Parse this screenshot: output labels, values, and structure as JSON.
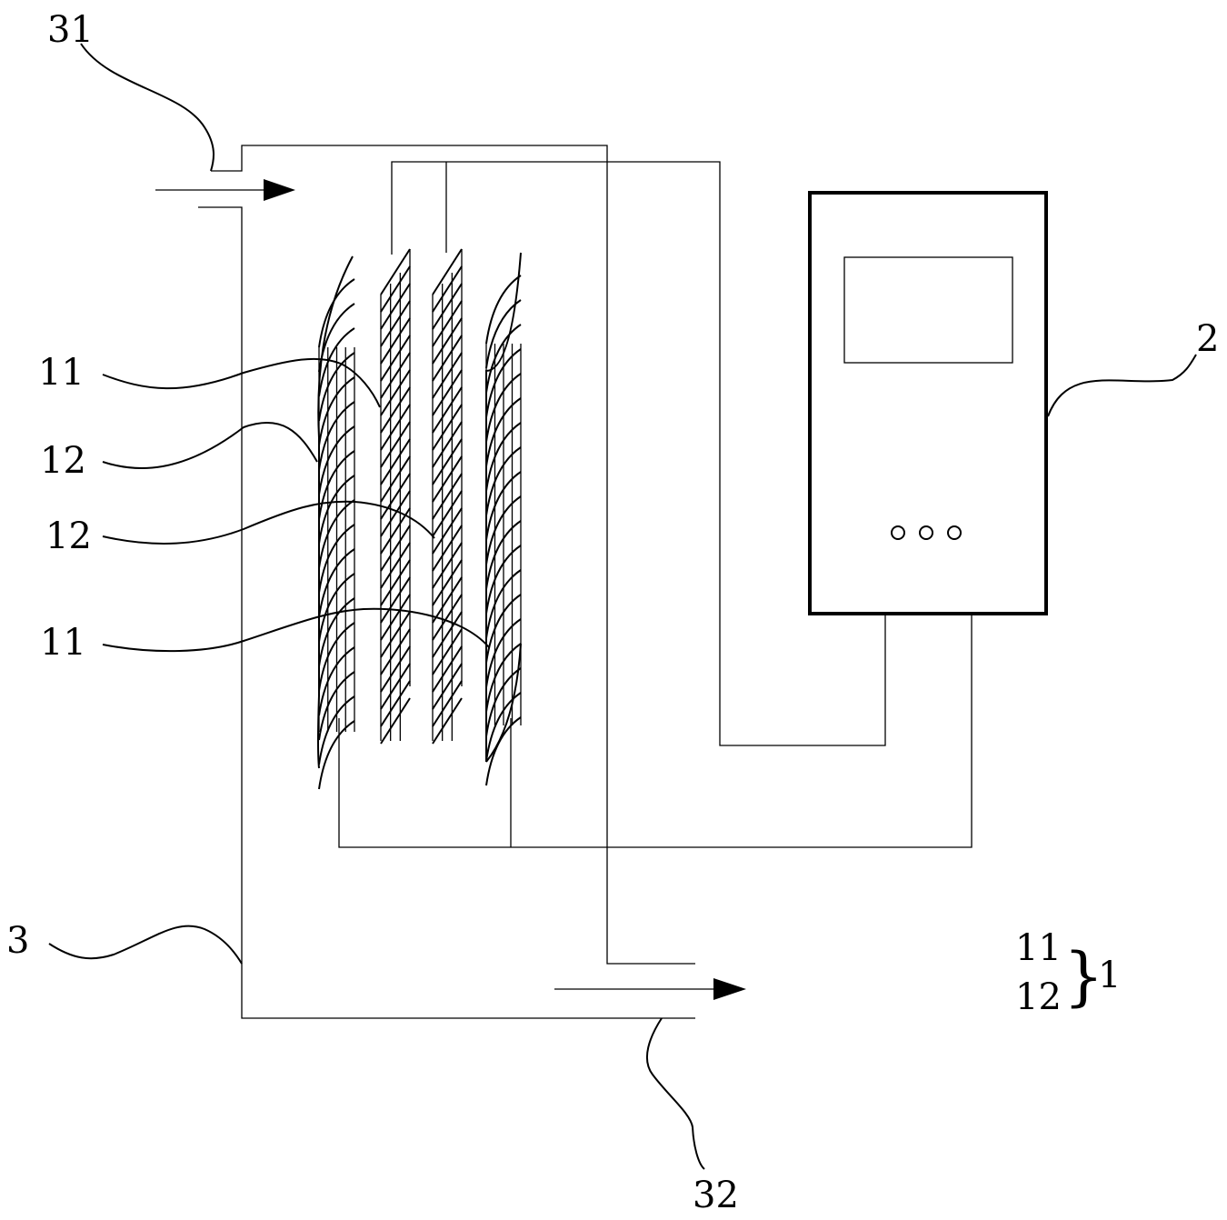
{
  "figure": {
    "description": "Schematic of water treatment apparatus with electrode meshes, controller and container",
    "labels": {
      "inlet": "31",
      "outlet": "32",
      "controller": "2",
      "container": "3",
      "electrode_first_a": "11",
      "electrode_second_a": "12",
      "electrode_second_b": "12",
      "electrode_first_b": "11"
    },
    "legend": {
      "members": [
        "11",
        "12"
      ],
      "brace": "}",
      "group": "1"
    },
    "components": {
      "controller": {
        "indicator_count": 3,
        "has_display": true
      },
      "electrode_plates": 4,
      "flow_arrows": [
        "inlet-arrow",
        "outlet-arrow"
      ]
    }
  }
}
